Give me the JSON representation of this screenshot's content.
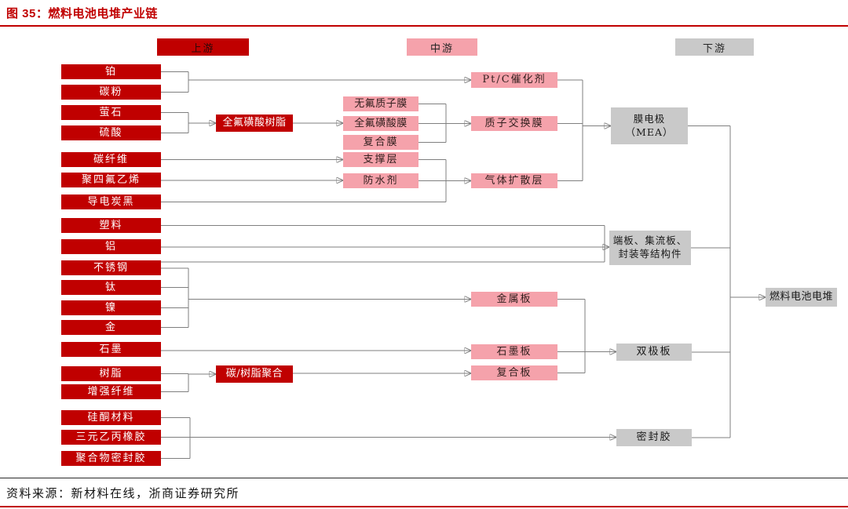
{
  "figure": {
    "title": "图 35：燃料电池电堆产业链",
    "source": "资料来源：新材料在线，浙商证券研究所"
  },
  "legend": {
    "upstream": "上游",
    "midstream": "中游",
    "downstream": "下游"
  },
  "colors": {
    "red": "#C00000",
    "pink": "#F5A2AB",
    "gray": "#C9C9C9",
    "line": "#7F7F7F",
    "arrow": "#111111"
  },
  "nodes": {
    "platinum": "铂",
    "carbon_powder": "碳粉",
    "fluorite": "萤石",
    "sulfuric_acid": "硫酸",
    "carbon_fiber": "碳纤维",
    "ptfe": "聚四氟乙烯",
    "conductive_carbon_black": "导电炭黑",
    "plastic": "塑料",
    "aluminum": "铝",
    "stainless_steel": "不锈钢",
    "titanium": "钛",
    "nickel": "镍",
    "gold": "金",
    "graphite": "石墨",
    "resin": "树脂",
    "reinforced_fiber": "增强纤维",
    "silicone_material": "硅酮材料",
    "epdm_rubber": "三元乙丙橡胶",
    "polymer_sealant": "聚合物密封胶",
    "pfsa_resin": "全氟磺酸树脂",
    "carbon_resin_polymer": "碳/树脂聚合",
    "fluorine_free_proton_membrane": "无氟质子膜",
    "pfsa_membrane": "全氟磺酸膜",
    "composite_membrane": "复合膜",
    "support_layer": "支撑层",
    "waterproof_agent": "防水剂",
    "pt_c_catalyst": "Pt/C催化剂",
    "proton_exchange_membrane": "质子交换膜",
    "gas_diffusion_layer": "气体扩散层",
    "metal_plate": "金属板",
    "graphite_plate": "石墨板",
    "composite_plate": "复合板",
    "mea_line1": "膜电极",
    "mea_line2": "（MEA）",
    "structural_line1": "端板、集流板、",
    "structural_line2": "封装等结构件",
    "bipolar_plate": "双极板",
    "sealant": "密封胶",
    "fuel_cell_stack": "燃料电池电堆"
  }
}
